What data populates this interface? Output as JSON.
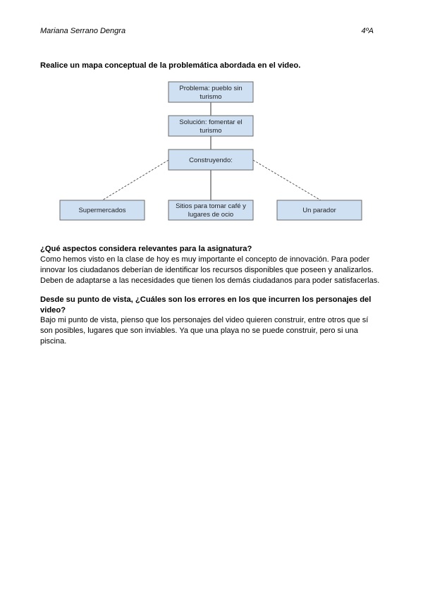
{
  "header": {
    "author": "Mariana Serrano Dengra",
    "grade": "4ºA"
  },
  "section1": {
    "title": "Realice un mapa conceptual de la problemática abordada en el video."
  },
  "diagram": {
    "nodes": {
      "problem": [
        "Problema: pueblo sin",
        "turismo"
      ],
      "solution": [
        "Solución: fomentar el",
        "turismo"
      ],
      "building": [
        "Construyendo:"
      ],
      "supermarkets": [
        "Supermercados"
      ],
      "places": [
        "Sitios para tomar café y",
        "lugares de ocio"
      ],
      "lookout": [
        "Un parador"
      ]
    }
  },
  "section2": {
    "title": "¿Qué aspectos considera relevantes para la asignatura?",
    "lines": [
      "Como hemos visto en la clase de hoy es muy importante el concepto de innovación. Para poder",
      "innovar los ciudadanos deberían de identificar los recursos disponibles que poseen y analizarlos.",
      "Deben de adaptarse a las necesidades que tienen los demás ciudadanos para poder satisfacerlas."
    ]
  },
  "section3": {
    "title_lines": [
      "Desde su punto de vista, ¿Cuáles son los errores en los que incurren los personajes del",
      "video?"
    ],
    "lines": [
      "Bajo mi punto de vista, pienso que los personajes del video quieren construir, entre otros que sí",
      "son posibles, lugares que son inviables. Ya que una playa no se puede construir, pero si una",
      "piscina."
    ]
  }
}
